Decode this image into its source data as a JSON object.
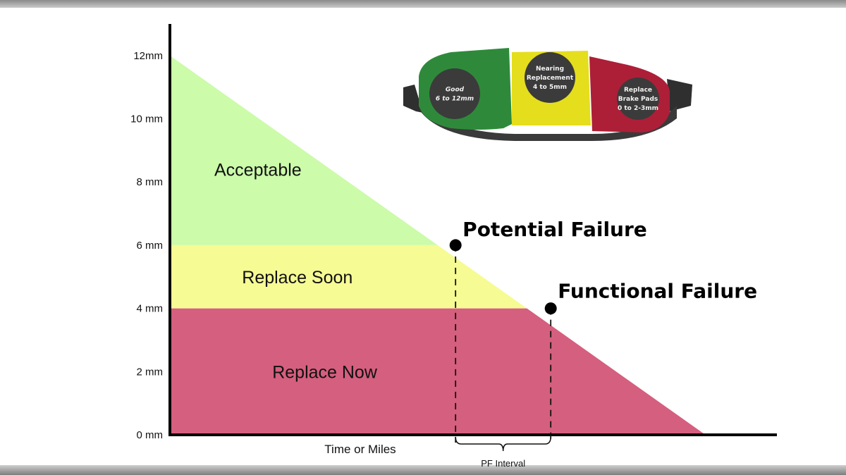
{
  "chart_data": {
    "type": "area",
    "y_ticks": [
      {
        "value": 12,
        "label": "12mm"
      },
      {
        "value": 10,
        "label": "10 mm"
      },
      {
        "value": 8,
        "label": "8 mm"
      },
      {
        "value": 6,
        "label": "6 mm"
      },
      {
        "value": 4,
        "label": "4 mm"
      },
      {
        "value": 2,
        "label": "2 mm"
      },
      {
        "value": 0,
        "label": "0 mm"
      }
    ],
    "ylim": [
      0,
      13
    ],
    "xlim": [
      0,
      1
    ],
    "xlabel": "Time or Miles",
    "line": {
      "x": [
        0,
        0.8823
      ],
      "y": [
        12,
        0
      ]
    },
    "zones": [
      {
        "label": "Acceptable",
        "from": 6,
        "to": 12,
        "color": "#ccfbaa"
      },
      {
        "label": "Replace Soon",
        "from": 4,
        "to": 6,
        "color": "#f6fb93"
      },
      {
        "label": "Replace Now",
        "from": 0,
        "to": 4,
        "color": "#d55f7e"
      }
    ],
    "points": [
      {
        "label": "Potential Failure",
        "x": 0.4706,
        "y": 6
      },
      {
        "label": "Functional Failure",
        "x": 0.6274,
        "y": 4
      }
    ],
    "interval_label": "PF Interval",
    "grid": false,
    "legend": "none"
  },
  "brake_pad": {
    "segments": [
      {
        "lines": [
          "Good",
          "6 to 12mm"
        ],
        "color": "#2e8a3a"
      },
      {
        "lines": [
          "Nearing",
          "Replacement",
          "4 to 5mm"
        ],
        "color": "#e5de1c"
      },
      {
        "lines": [
          "Replace",
          "Brake Pads",
          "0 to 2-3mm"
        ],
        "color": "#ad1f37"
      }
    ]
  }
}
